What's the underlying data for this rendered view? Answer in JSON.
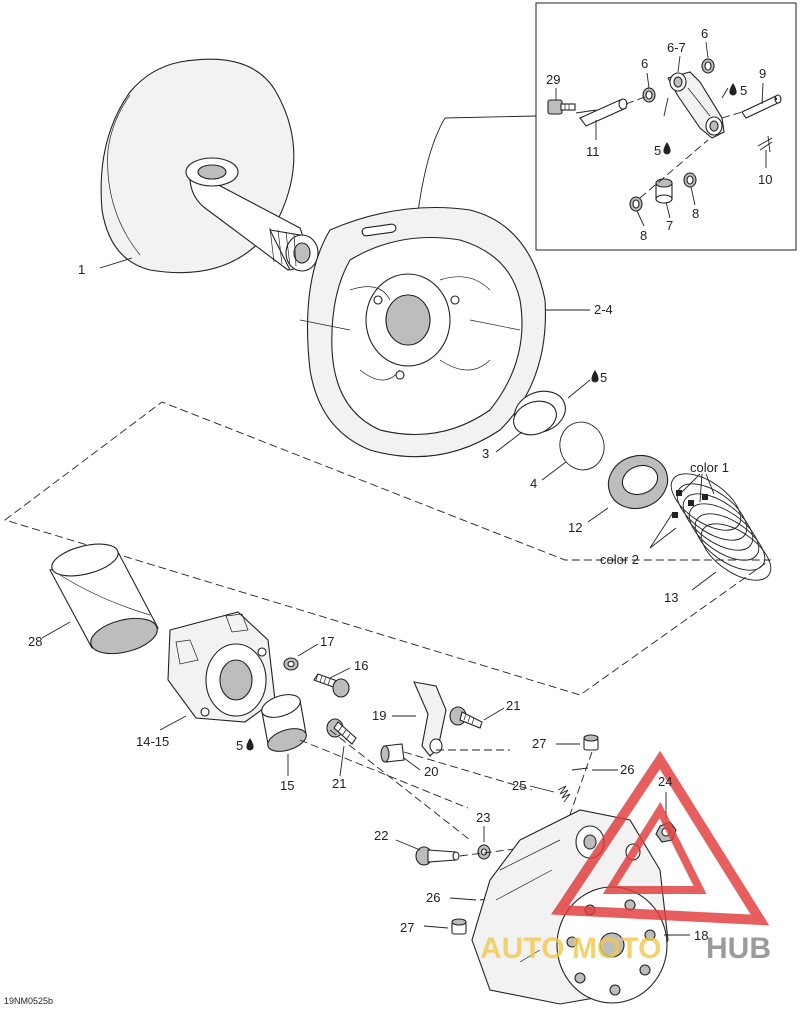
{
  "document_code": "19NM0525b",
  "callouts": {
    "c1": "1",
    "c2_4": "2-4",
    "c3": "3",
    "c4": "4",
    "c5a": "5",
    "c5b": "5",
    "c5c": "5",
    "c5d": "5",
    "c6a": "6",
    "c6b": "6",
    "c6_7": "6-7",
    "c7": "7",
    "c8a": "8",
    "c8b": "8",
    "c9": "9",
    "c10": "10",
    "c11": "11",
    "c12": "12",
    "c13": "13",
    "c14_15": "14-15",
    "c15": "15",
    "c16": "16",
    "c17": "17",
    "c18": "18",
    "c19": "19",
    "c20": "20",
    "c21a": "21",
    "c21b": "21",
    "c22": "22",
    "c23": "23",
    "c24": "24",
    "c25": "25",
    "c26a": "26",
    "c26b": "26",
    "c27a": "27",
    "c27b": "27",
    "c28": "28",
    "c29": "29",
    "color1": "color 1",
    "color2": "color 2"
  },
  "watermark": {
    "part1": "AUTO",
    "part2": "MOTO",
    "part3": "HUB"
  },
  "colors": {
    "watermark_red": "#e23b3b",
    "watermark_gray": "#8a8a8a",
    "watermark_yellow": "#f2c94c"
  }
}
